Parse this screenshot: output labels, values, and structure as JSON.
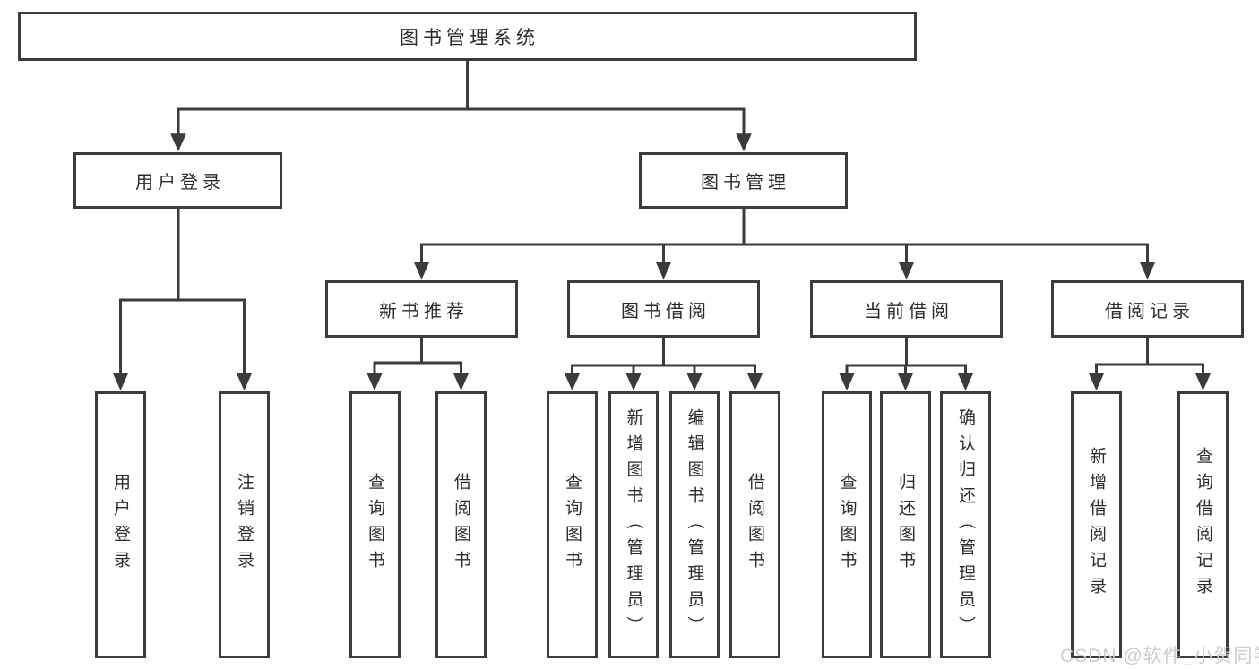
{
  "diagram": {
    "root": {
      "label": "图书管理系统"
    },
    "level2": [
      {
        "label": "用户登录"
      },
      {
        "label": "图书管理"
      }
    ],
    "level3": [
      {
        "label": "新书推荐"
      },
      {
        "label": "图书借阅"
      },
      {
        "label": "当前借阅"
      },
      {
        "label": "借阅记录"
      }
    ],
    "leaves": [
      {
        "label": "用户登录"
      },
      {
        "label": "注销登录"
      },
      {
        "label": "查询图书"
      },
      {
        "label": "借阅图书"
      },
      {
        "label": "查询图书"
      },
      {
        "label": "新增图书（管理员）"
      },
      {
        "label": "编辑图书（管理员）"
      },
      {
        "label": "借阅图书"
      },
      {
        "label": "查询图书"
      },
      {
        "label": "归还图书"
      },
      {
        "label": "确认归还（管理员）"
      },
      {
        "label": "新增借阅记录"
      },
      {
        "label": "查询借阅记录"
      }
    ]
  },
  "watermark": {
    "text": "CSDN @软件_小贺同学"
  },
  "colors": {
    "line": "#3b3b3b",
    "text": "#2b2b2b",
    "box_background": "#ffffff",
    "watermark": "#c9c9c9",
    "page_background": "#ffffff"
  }
}
